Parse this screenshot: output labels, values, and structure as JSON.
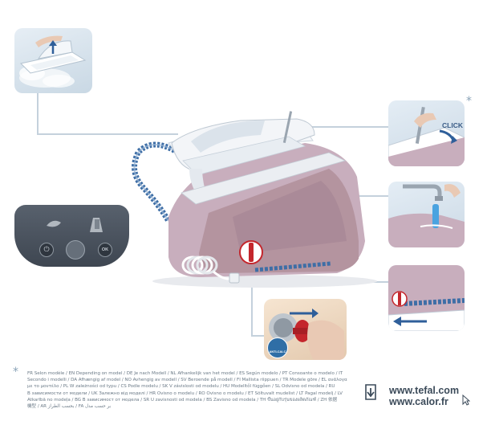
{
  "labels": {
    "click": "CLICK",
    "anti_calc": "ANTI-CALC",
    "asterisk": "*"
  },
  "footnote": {
    "lines": [
      "FR Selon modèle / EN Depending on model / DE Je nach Modell / NL Afhankelijk van het model / ES Según modelo / PT Consoante o modelo / IT",
      "Secondo i modelli / DA Afhængig af model / NO Avhengig av modell / SV Beroende på modell / FI Mallista riippuen / TR Modele göre / EL ανάλογα",
      "με το μοντέλο / PL W zależności od typu / CS Podle modelu / SK V závislosti od modelu / HU Modelltől függően / SL Odvisno od modela / RU",
      "В зависимости от модели / UK Залежно від моделі / HR Ovisno o modelu / RO Ovisno o modelu / ET Sõltuvalt mudelist / LT Pagal modelį / LV",
      "Atkarībā no modeļa / BG В зависимост от модела / SR U zavisnosti od modela / BS Zavisno od modela / TH ขึ้นอยู่กับรุ่นของผลิตภัณฑ์ / ZH 依据",
      "機型 / AR بحسب الطراز / FA بر حسب مدل"
    ]
  },
  "links": {
    "tefal": "www.tefal.com",
    "calor": "www.calor.fr"
  },
  "icons": {
    "download": "download-icon",
    "cursor": "cursor-icon",
    "power": "power-icon",
    "ok": "ok-icon"
  },
  "colors": {
    "body": "#b99aab",
    "panel_bg": "#d9e6ef",
    "hose": "#3e6ea6",
    "accent_red": "#c4262c",
    "control_panel": "#4a535e"
  }
}
